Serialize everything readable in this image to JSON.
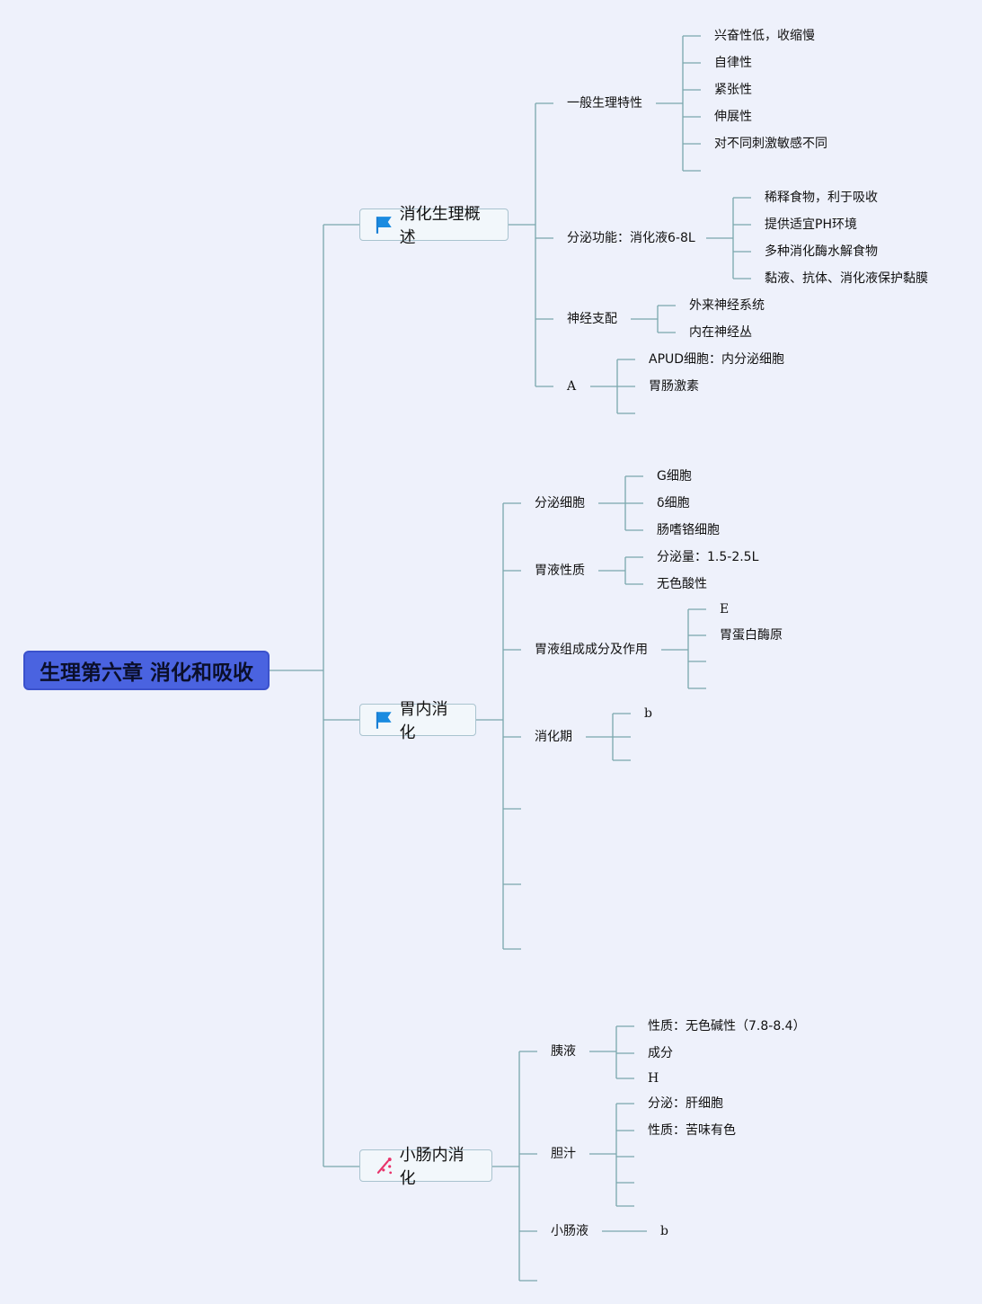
{
  "root": {
    "label": "生理第六章 消化和吸收"
  },
  "topics": [
    {
      "label": "消化生理概述",
      "icon": "blue-flag-icon"
    },
    {
      "label": "胃内消化",
      "icon": "blue-flag-icon"
    },
    {
      "label": "小肠内消化",
      "icon": "pink-sparkle-icon"
    }
  ],
  "overview": {
    "general": {
      "label": "一般生理特性",
      "items": [
        "兴奋性低，收缩慢",
        "自律性",
        "紧张性",
        "伸展性",
        "对不同刺激敏感不同"
      ]
    },
    "secretion": {
      "label": "分泌功能：消化液6-8L",
      "items": [
        "稀释食物，利于吸收",
        "提供适宜PH环境",
        "多种消化酶水解食物",
        "黏液、抗体、消化液保护黏膜"
      ]
    },
    "nerve": {
      "label": "神经支配",
      "items": [
        "外来神经系统",
        "内在神经丛"
      ]
    },
    "a": {
      "label": "A",
      "items": [
        "APUD细胞：内分泌细胞",
        "胃肠激素"
      ]
    }
  },
  "stomach": {
    "cells": {
      "label": "分泌细胞",
      "items": [
        "G细胞",
        "δ细胞",
        "肠嗜铬细胞"
      ]
    },
    "juice": {
      "label": "胃液性质",
      "items": [
        "分泌量：1.5-2.5L",
        "无色酸性"
      ]
    },
    "composition": {
      "label": "胃液组成成分及作用",
      "items": [
        "E",
        "胃蛋白酶原"
      ]
    },
    "phase": {
      "label": "消化期",
      "items": [
        "b"
      ]
    }
  },
  "intestine": {
    "pancreatic": {
      "label": "胰液",
      "items": [
        "性质：无色碱性（7.8-8.4）",
        "成分",
        "H"
      ]
    },
    "bile": {
      "label": "胆汁",
      "items": [
        "分泌：肝细胞",
        "性质：苦味有色"
      ]
    },
    "small": {
      "label": "小肠液",
      "items": [
        "b"
      ]
    }
  },
  "colors": {
    "line": "#7aa7ad",
    "root_fill": "#4a63e0",
    "topic_fill": "#f2f7fb",
    "background": "#eef1fb"
  }
}
